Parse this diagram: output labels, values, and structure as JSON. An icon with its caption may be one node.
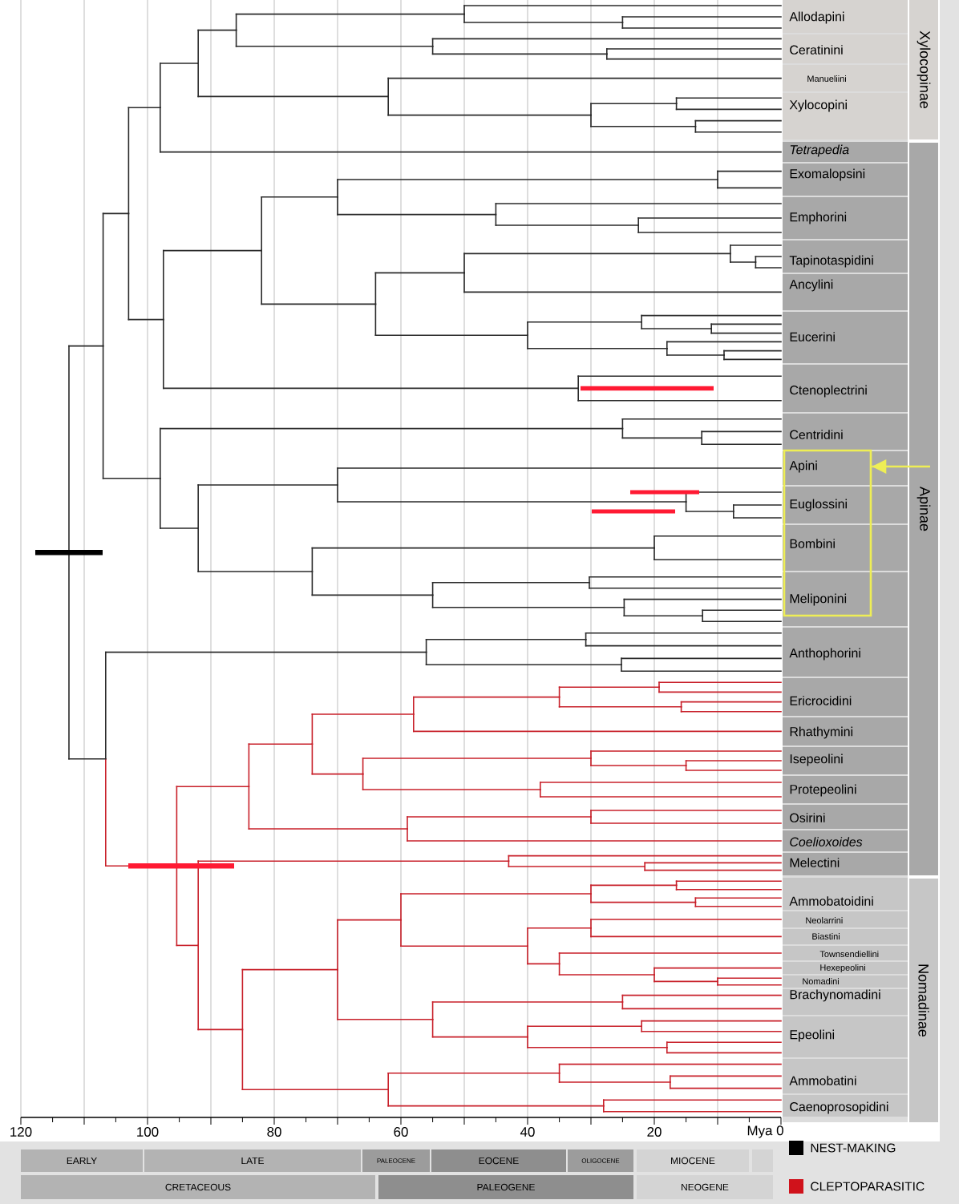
{
  "diagram": {
    "nodes": [
      {
        "text": [
          "Xylocopinae"
        ]
      },
      {
        "text": [
          "Apinae"
        ]
      },
      {
        "text": [],
        "shape": "box"
      },
      {
        "text": [
          "Nomadinae"
        ]
      },
      {
        "text": [
          "EARLY"
        ]
      },
      {
        "text": [
          "LATE"
        ]
      },
      {
        "text": [
          "PALEOCENE"
        ]
      },
      {
        "text": [
          "EOCENE"
        ]
      },
      {
        "text": [
          "OLIGOCENE"
        ]
      },
      {
        "text": [
          "MIOCENE"
        ]
      },
      {
        "text": [],
        "shape": "box"
      },
      {
        "text": [
          "CRETACEOUS"
        ]
      },
      {
        "text": [
          "PALEOGENE"
        ]
      },
      {
        "text": [
          "NEOGENE"
        ]
      }
    ],
    "edges": [
      {
        "from": 1,
        "to": 2,
        "arrow": "to"
      }
    ],
    "labels": [
      "Allodapini",
      "Ceratinini",
      "Manueliini",
      "Xylocopini",
      "Tetrapedia",
      "Exomalopsini",
      "Emphorini",
      "Tapinotaspidini",
      "Ancylini",
      "Eucerini",
      "Ctenoplectrini",
      "Centridini",
      "Apini",
      "Euglossini",
      "Bombini",
      "Meliponini",
      "Anthophorini",
      "Ericrocidini",
      "Rhathymini",
      "Isepeolini",
      "Protepeolini",
      "Osirini",
      "Coelioxoides",
      "Melectini",
      "Ammobatoidini",
      "Neolarrini",
      "Biastini",
      "Townsendiellini",
      "Hexepeolini",
      "Nomadini",
      "Brachynomadini",
      "Epeolini",
      "Ammobatini",
      "Caenoprosopidini",
      "120",
      "100",
      "80",
      "60",
      "40",
      "20",
      "Mya 0"
    ],
    "legend": [
      {
        "text": "NEST-MAKING",
        "color": "#000000"
      },
      {
        "text": "CLEPTOPARASITIC",
        "color": "#d0121b"
      }
    ]
  }
}
